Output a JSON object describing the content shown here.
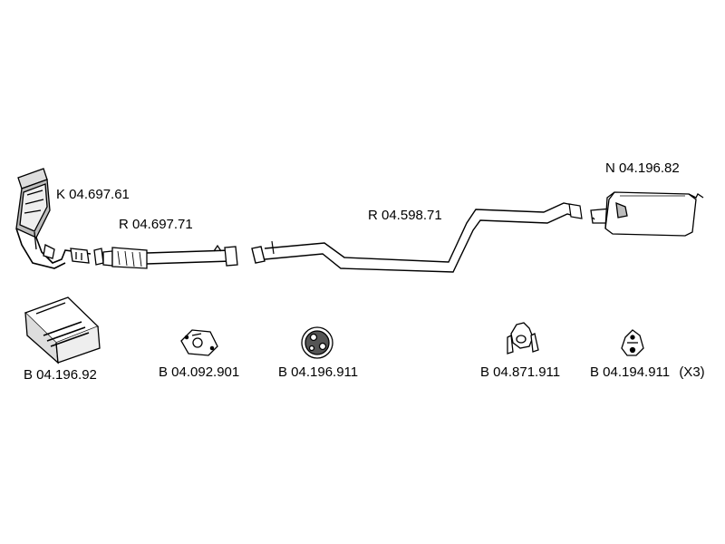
{
  "colors": {
    "line": "#000000",
    "fill_light": "#ffffff",
    "fill_shade": "#bdbdbd",
    "fill_dark": "#555555"
  },
  "parts": [
    {
      "id": "catalytic-converter",
      "code": "K 04.697.61"
    },
    {
      "id": "front-pipe",
      "code": "R 04.697.71"
    },
    {
      "id": "middle-pipe",
      "code": "R 04.598.71"
    },
    {
      "id": "rear-silencer",
      "code": "N 04.196.82"
    }
  ],
  "fittings": [
    {
      "id": "fitting-kit",
      "code": "B 04.196.92"
    },
    {
      "id": "gasket",
      "code": "B 04.092.901"
    },
    {
      "id": "rubber-mount-round",
      "code": "B 04.196.911"
    },
    {
      "id": "rubber-hanger",
      "code": "B 04.871.911"
    },
    {
      "id": "rubber-mount-oval",
      "code": "B 04.194.911",
      "quantity": "(X3)"
    }
  ]
}
